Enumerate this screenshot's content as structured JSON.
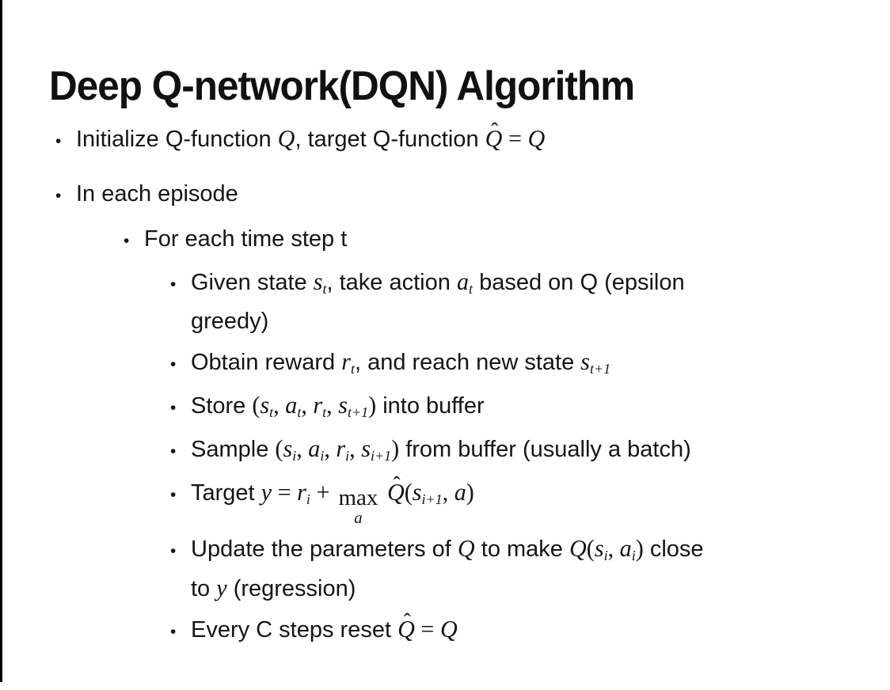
{
  "slide": {
    "title": "Deep Q-network(DQN) Algorithm",
    "bullet_char": "•",
    "text_color": "#151515",
    "background_color": "#ffffff",
    "border_color": "#000000",
    "bullets": [
      {
        "level": 1,
        "cont": false,
        "parts": [
          {
            "k": "t",
            "v": "Initialize Q-function "
          },
          {
            "k": "i",
            "v": "Q"
          },
          {
            "k": "t",
            "v": ", target Q-function "
          },
          {
            "k": "hat",
            "b": "Q"
          },
          {
            "k": "m",
            "v": " = "
          },
          {
            "k": "i",
            "v": "Q"
          }
        ]
      },
      {
        "level": 1,
        "cont": false,
        "parts": [
          {
            "k": "t",
            "v": "In each episode"
          }
        ]
      },
      {
        "level": 2,
        "cont": false,
        "parts": [
          {
            "k": "t",
            "v": "For each time step t"
          }
        ]
      },
      {
        "level": 3,
        "cont": false,
        "parts": [
          {
            "k": "t",
            "v": "Given state "
          },
          {
            "k": "sub",
            "b": "s",
            "s": "t"
          },
          {
            "k": "t",
            "v": ", take action "
          },
          {
            "k": "sub",
            "b": "a",
            "s": "t"
          },
          {
            "k": "t",
            "v": " based on Q (epsilon"
          }
        ]
      },
      {
        "level": 3,
        "cont": true,
        "parts": [
          {
            "k": "t",
            "v": "greedy)"
          }
        ]
      },
      {
        "level": 3,
        "cont": false,
        "parts": [
          {
            "k": "t",
            "v": "Obtain reward "
          },
          {
            "k": "sub",
            "b": "r",
            "s": "t"
          },
          {
            "k": "t",
            "v": ", and reach new state "
          },
          {
            "k": "sub",
            "b": "s",
            "s": "t+1"
          }
        ]
      },
      {
        "level": 3,
        "cont": false,
        "parts": [
          {
            "k": "t",
            "v": "Store "
          },
          {
            "k": "m",
            "v": "("
          },
          {
            "k": "sub",
            "b": "s",
            "s": "t"
          },
          {
            "k": "m",
            "v": ", "
          },
          {
            "k": "sub",
            "b": "a",
            "s": "t"
          },
          {
            "k": "m",
            "v": ", "
          },
          {
            "k": "sub",
            "b": "r",
            "s": "t"
          },
          {
            "k": "m",
            "v": ", "
          },
          {
            "k": "sub",
            "b": "s",
            "s": "t+1"
          },
          {
            "k": "m",
            "v": ")"
          },
          {
            "k": "t",
            "v": " into buffer"
          }
        ]
      },
      {
        "level": 3,
        "cont": false,
        "parts": [
          {
            "k": "t",
            "v": "Sample "
          },
          {
            "k": "m",
            "v": "("
          },
          {
            "k": "sub",
            "b": "s",
            "s": "i"
          },
          {
            "k": "m",
            "v": ", "
          },
          {
            "k": "sub",
            "b": "a",
            "s": "i"
          },
          {
            "k": "m",
            "v": ", "
          },
          {
            "k": "sub",
            "b": "r",
            "s": "i"
          },
          {
            "k": "m",
            "v": ", "
          },
          {
            "k": "sub",
            "b": "s",
            "s": "i+1"
          },
          {
            "k": "m",
            "v": ")"
          },
          {
            "k": "t",
            "v": " from buffer (usually a batch)"
          }
        ]
      },
      {
        "level": 3,
        "cont": false,
        "parts": [
          {
            "k": "t",
            "v": "Target "
          },
          {
            "k": "i",
            "v": "y"
          },
          {
            "k": "m",
            "v": " = "
          },
          {
            "k": "sub",
            "b": "r",
            "s": "i"
          },
          {
            "k": "m",
            "v": " + "
          },
          {
            "k": "max",
            "op": "max",
            "under": "a"
          },
          {
            "k": "t",
            "v": " "
          },
          {
            "k": "hat",
            "b": "Q"
          },
          {
            "k": "m",
            "v": "("
          },
          {
            "k": "sub",
            "b": "s",
            "s": "i+1"
          },
          {
            "k": "m",
            "v": ", "
          },
          {
            "k": "i",
            "v": "a"
          },
          {
            "k": "m",
            "v": ")"
          }
        ]
      },
      {
        "level": 3,
        "cont": false,
        "parts": [
          {
            "k": "t",
            "v": "Update the parameters of "
          },
          {
            "k": "i",
            "v": "Q"
          },
          {
            "k": "t",
            "v": " to make "
          },
          {
            "k": "i",
            "v": "Q"
          },
          {
            "k": "m",
            "v": "("
          },
          {
            "k": "sub",
            "b": "s",
            "s": "i"
          },
          {
            "k": "m",
            "v": ", "
          },
          {
            "k": "sub",
            "b": "a",
            "s": "i"
          },
          {
            "k": "m",
            "v": ")"
          },
          {
            "k": "t",
            "v": " close"
          }
        ]
      },
      {
        "level": 3,
        "cont": true,
        "parts": [
          {
            "k": "t",
            "v": "to "
          },
          {
            "k": "i",
            "v": "y"
          },
          {
            "k": "t",
            "v": " (regression)"
          }
        ]
      },
      {
        "level": 3,
        "cont": false,
        "parts": [
          {
            "k": "t",
            "v": "Every C steps reset "
          },
          {
            "k": "hat",
            "b": "Q"
          },
          {
            "k": "m",
            "v": " = "
          },
          {
            "k": "i",
            "v": "Q"
          }
        ]
      }
    ]
  }
}
